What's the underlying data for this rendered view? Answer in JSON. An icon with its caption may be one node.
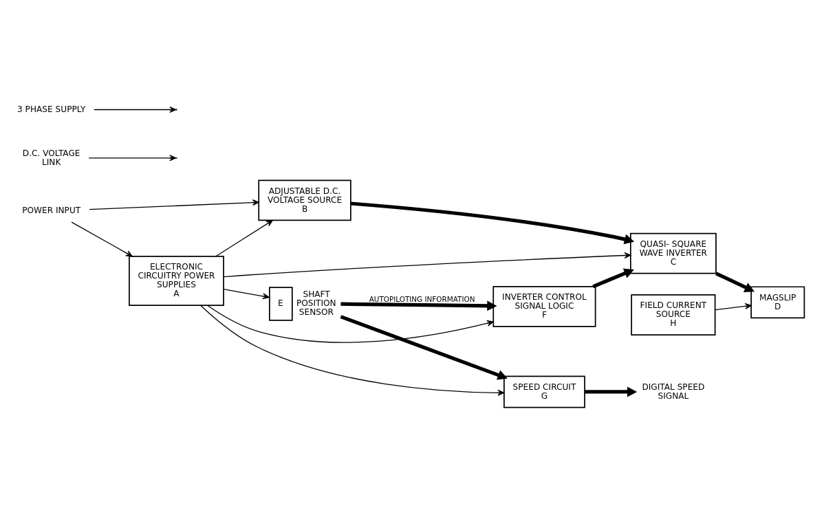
{
  "diagram": {
    "nodes": [
      {
        "text": [
          "POWER INPUT"
        ]
      },
      {
        "text": [
          "ADJUSTABLE D.C. VOLTAGE SOURCE",
          "B"
        ]
      },
      {
        "text": [
          "QUASI- SQUARE WAVE INVERTER",
          "C"
        ]
      },
      {
        "text": [
          "MAGSLIP",
          "D"
        ]
      },
      {
        "text": [
          "FIELD CURRENT SOURCE",
          "H"
        ]
      },
      {
        "text": [
          "E"
        ],
        "beside": [
          "SHAFT POSITION SENSOR"
        ]
      },
      {
        "text": [
          "ELECTRONIC CIRCUITRY POWER SUPPLIES",
          "A"
        ]
      },
      {
        "text": [
          "INVERTER CONTROL SIGNAL LOGIC",
          "F"
        ]
      },
      {
        "text": [
          "SPEED CIRCUIT",
          "G"
        ]
      },
      {
        "text": [
          "D.C. VOLTAGE LINK"
        ]
      },
      {
        "text": [
          "3 PHASE SUPPLY"
        ]
      },
      {
        "text": [
          "DIGITAL SPEED SIGNAL"
        ]
      }
    ],
    "edges": [
      {
        "from": 0,
        "to": 1,
        "arrow": "to"
      },
      {
        "from": 0,
        "to": 6,
        "arrow": "to"
      },
      {
        "from": 6,
        "to": 1,
        "arrow": "to"
      },
      {
        "from": 6,
        "to": 2,
        "arrow": "to"
      },
      {
        "from": 6,
        "to": 5,
        "arrow": "to"
      },
      {
        "from": 6,
        "to": 7,
        "arrow": "to"
      },
      {
        "from": 6,
        "to": 8,
        "arrow": "to"
      },
      {
        "from": 1,
        "to": 2,
        "arrow": "to",
        "style": "thick"
      },
      {
        "from": 2,
        "to": 3,
        "arrow": "to",
        "style": "thick"
      },
      {
        "from": 4,
        "to": 3,
        "arrow": "to"
      },
      {
        "from": 7,
        "to": 2,
        "arrow": "to",
        "style": "thick"
      },
      {
        "from": 5,
        "to": 7,
        "arrow": "to",
        "style": "thick",
        "label": "AUTOPILOTING INFORMATION"
      },
      {
        "from": 5,
        "to": 8,
        "arrow": "to",
        "style": "thick"
      },
      {
        "from": 8,
        "to": 11,
        "arrow": "to",
        "style": "thick"
      },
      {
        "from": 9,
        "to": null,
        "arrow": "to"
      },
      {
        "from": 10,
        "to": null,
        "arrow": "to"
      }
    ]
  }
}
